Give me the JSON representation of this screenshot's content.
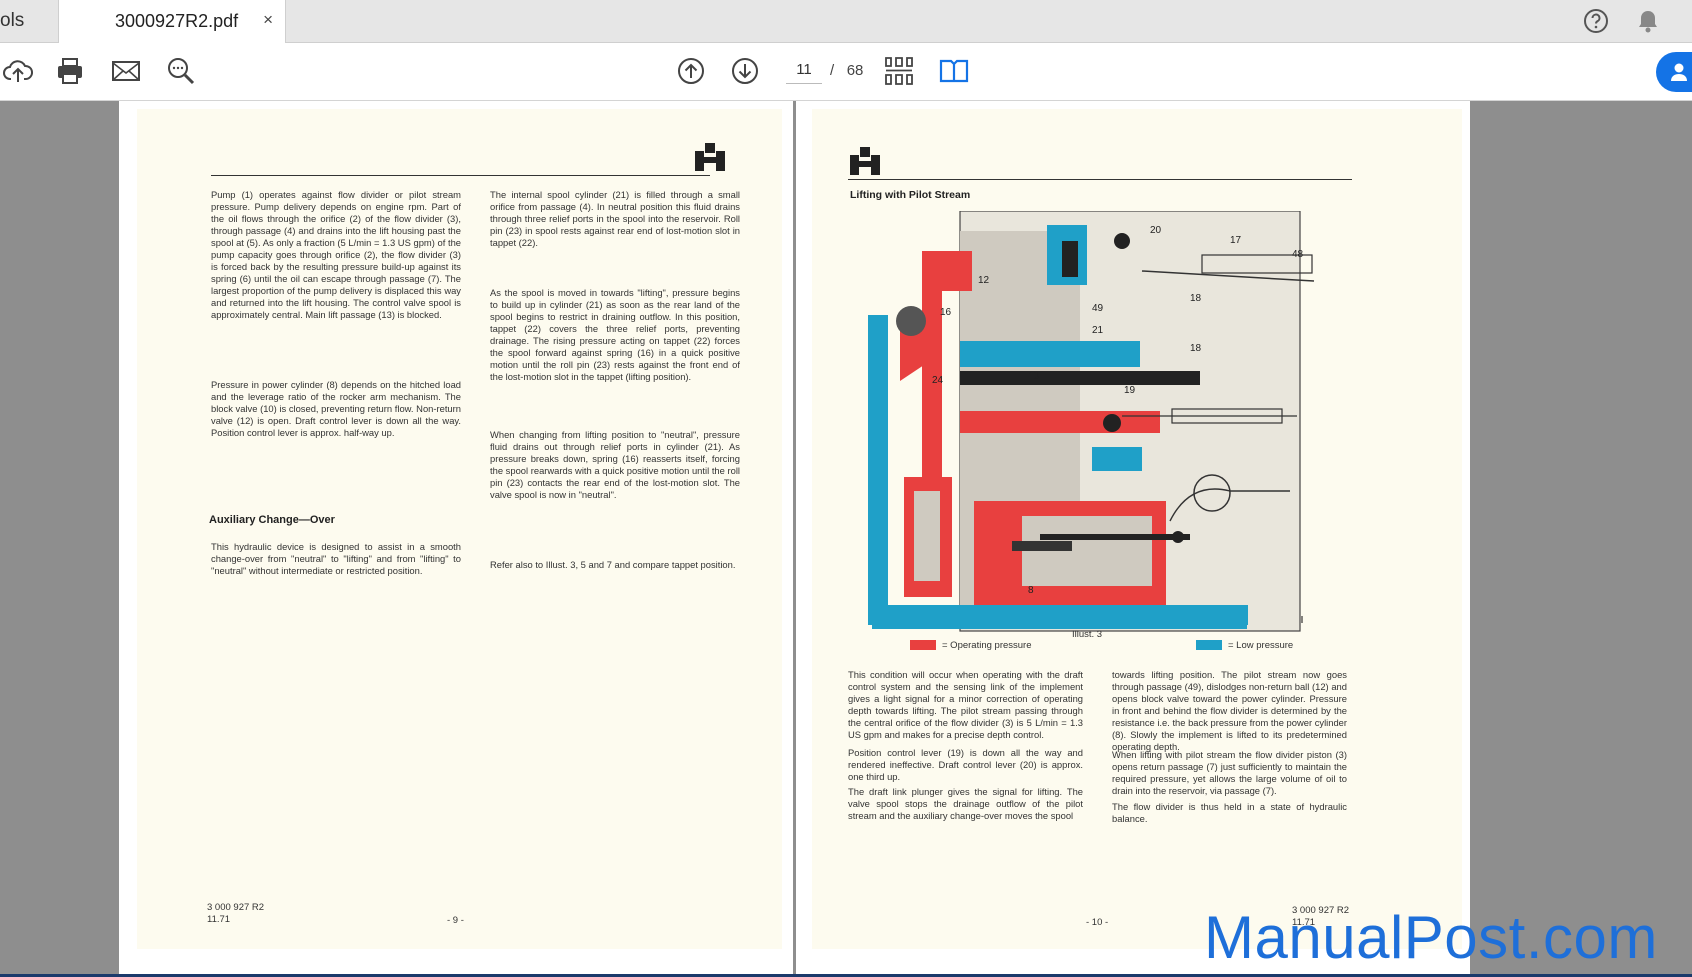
{
  "tabs": {
    "tools_label": "ols",
    "active_title": "3000927R2.pdf",
    "close_glyph": "×"
  },
  "toolbar": {
    "current_page": "11",
    "separator": "/",
    "total_pages": "68"
  },
  "colors": {
    "operating_pressure": "#e8403f",
    "low_pressure": "#1fa0c8",
    "accent": "#1473e6",
    "watermark": "#1e6fd9"
  },
  "left_page": {
    "col1_p1": "Pump (1) operates against flow divider or pilot stream pressure. Pump delivery depends on engine rpm. Part of the oil flows through the orifice (2) of the flow divider (3), through passage (4) and drains into the lift housing past the spool at (5). As only a fraction (5 L/min = 1.3 US gpm) of the pump capacity goes through orifice (2), the flow divider (3) is forced back by the resulting pressure build-up against its spring (6) until the oil can escape through passage (7). The largest proportion of the pump delivery is displaced this way and returned into the lift housing. The control valve spool is approximately central. Main lift passage (13) is blocked.",
    "col1_p2": "Pressure in power cylinder (8) depends on the hitched load and the leverage ratio of the rocker arm mechanism. The block valve (10) is closed, preventing return flow. Non-return valve (12) is open. Draft control lever is down all the way. Position control lever is approx. half-way up.",
    "aux_heading": "Auxiliary Change—Over",
    "col1_p3": "This hydraulic device is designed to assist in a smooth change-over from \"neutral\" to \"lifting\" and from \"lifting\" to \"neutral\" without intermediate or restricted position.",
    "col2_p1": "The internal spool cylinder (21) is filled through a small orifice from passage (4). In neutral position this fluid drains through three relief ports in the spool into the reservoir. Roll pin (23) in spool rests against rear end of lost-motion slot in tappet (22).",
    "col2_p2": "As the spool is moved in towards \"lifting\", pressure begins to build up in cylinder (21) as soon as the rear land of the spool begins to restrict in draining outflow. In this position, tappet (22) covers the three relief ports, preventing drainage. The rising pressure acting on tappet (22) forces the spool forward against spring (16) in a quick positive motion until the roll pin (23) rests against the front end of the lost-motion slot in the tappet (lifting position).",
    "col2_p3": "When changing from lifting position to \"neutral\", pressure fluid drains out through relief ports in cylinder (21). As pressure breaks down, spring (16) reasserts itself, forcing the spool rearwards with a quick positive motion until the roll pin (23) contacts the rear end of the lost-motion slot. The valve spool is now in \"neutral\".",
    "col2_p4": "Refer also to Illust. 3, 5 and 7 and compare tappet position.",
    "footer_code": "3 000 927 R2",
    "footer_date": "11.71",
    "page_label": "- 9 -"
  },
  "right_page": {
    "heading": "Lifting with Pilot Stream",
    "illust_caption": "Illust. 3",
    "legend_operating": "= Operating pressure",
    "legend_low": "= Low pressure",
    "callouts": [
      "20",
      "17",
      "48",
      "12",
      "49",
      "18",
      "16",
      "21",
      "18",
      "24",
      "13",
      "19",
      "8"
    ],
    "col1_p1": "This condition will occur when operating with the draft control system and the sensing link of the implement gives a light signal for a minor correction of operating depth towards lifting. The pilot stream passing through the central orifice of the flow divider (3) is 5 L/min = 1.3 US gpm and makes for a precise depth control.",
    "col1_p2": "Position control lever (19) is down all the way and rendered ineffective. Draft control lever (20) is approx. one third up.",
    "col1_p3": "The draft link plunger gives the signal for lifting. The valve spool stops the drainage outflow of the pilot stream and the auxiliary change-over moves the spool",
    "col2_p1": "towards lifting position. The pilot stream now goes through passage (49), dislodges non-return ball (12) and opens block valve toward the power cylinder. Pressure in front and behind the flow divider is determined by the resistance i.e. the back pressure from the power cylinder (8). Slowly the implement is lifted to its predetermined operating depth.",
    "col2_p2": "When lifting with pilot stream the flow divider piston (3) opens return passage (7) just sufficiently to maintain the required pressure, yet allows the large volume of oil to drain into the reservoir, via passage (7).",
    "col2_p3": "The flow divider is thus held in a state of hydraulic balance.",
    "page_label": "- 10 -",
    "footer_code": "3 000 927 R2",
    "footer_date": "11.71"
  },
  "watermark": "ManualPost.com"
}
